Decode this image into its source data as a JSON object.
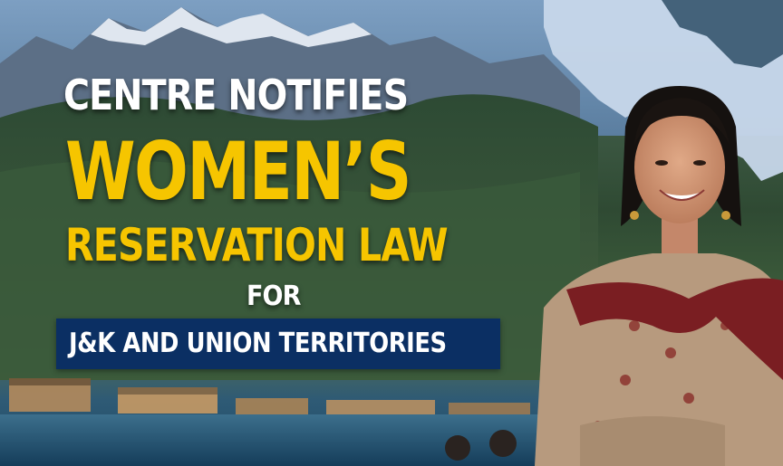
{
  "headline": {
    "line1": "CENTRE NOTIFIES",
    "line2": "WOMEN’S",
    "line3": "RESERVATION LAW",
    "line4": "FOR"
  },
  "banner": {
    "text": "J&K AND UNION TERRITORIES"
  },
  "colors": {
    "headline_white": "#ffffff",
    "headline_yellow": "#f6c500",
    "banner_bg": "#0b2f63"
  }
}
